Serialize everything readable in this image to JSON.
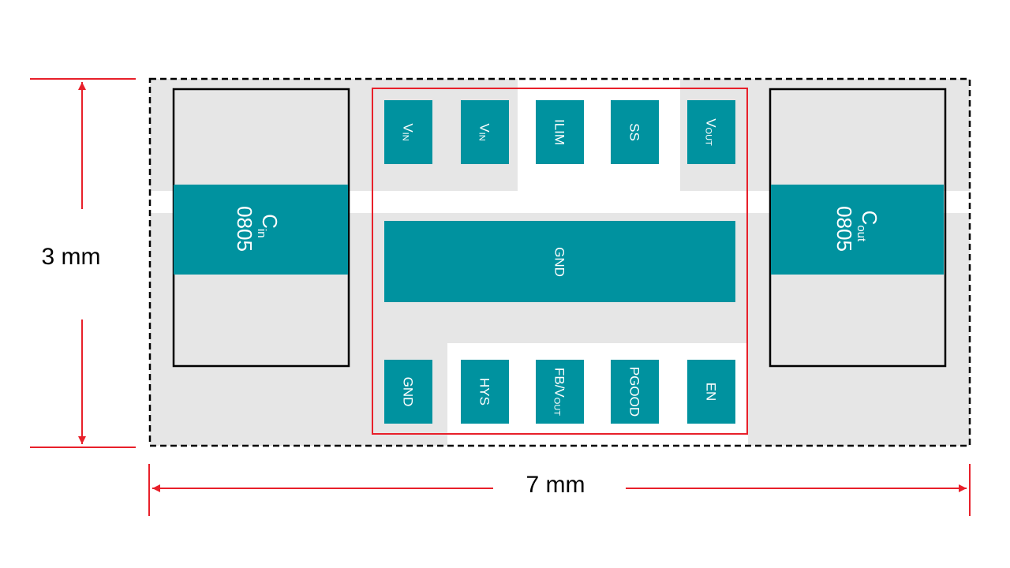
{
  "colors": {
    "pad": "#00929f",
    "copper": "#e6e6e6",
    "dimension": "#e8202a",
    "ic_outline": "#e8202a",
    "board_outline": "#000000"
  },
  "dimensions": {
    "height_label": "3 mm",
    "width_label": "7 mm"
  },
  "capacitors": {
    "cin": {
      "main": "C",
      "sub": "in",
      "size": "0805"
    },
    "cout": {
      "main": "C",
      "sub": "out",
      "size": "0805"
    }
  },
  "top_pins": [
    {
      "main": "V",
      "sub": "IN"
    },
    {
      "main": "V",
      "sub": "IN"
    },
    {
      "main": "ILIM",
      "sub": ""
    },
    {
      "main": "SS",
      "sub": ""
    },
    {
      "main": "V",
      "sub": "OUT"
    }
  ],
  "center_pad": {
    "main": "GND"
  },
  "bottom_pins": [
    {
      "main": "GND",
      "sub": ""
    },
    {
      "main": "HYS",
      "sub": ""
    },
    {
      "main": "FB/V",
      "sub": "OUT"
    },
    {
      "main": "PGOOD",
      "sub": ""
    },
    {
      "main": "EN",
      "sub": ""
    }
  ]
}
